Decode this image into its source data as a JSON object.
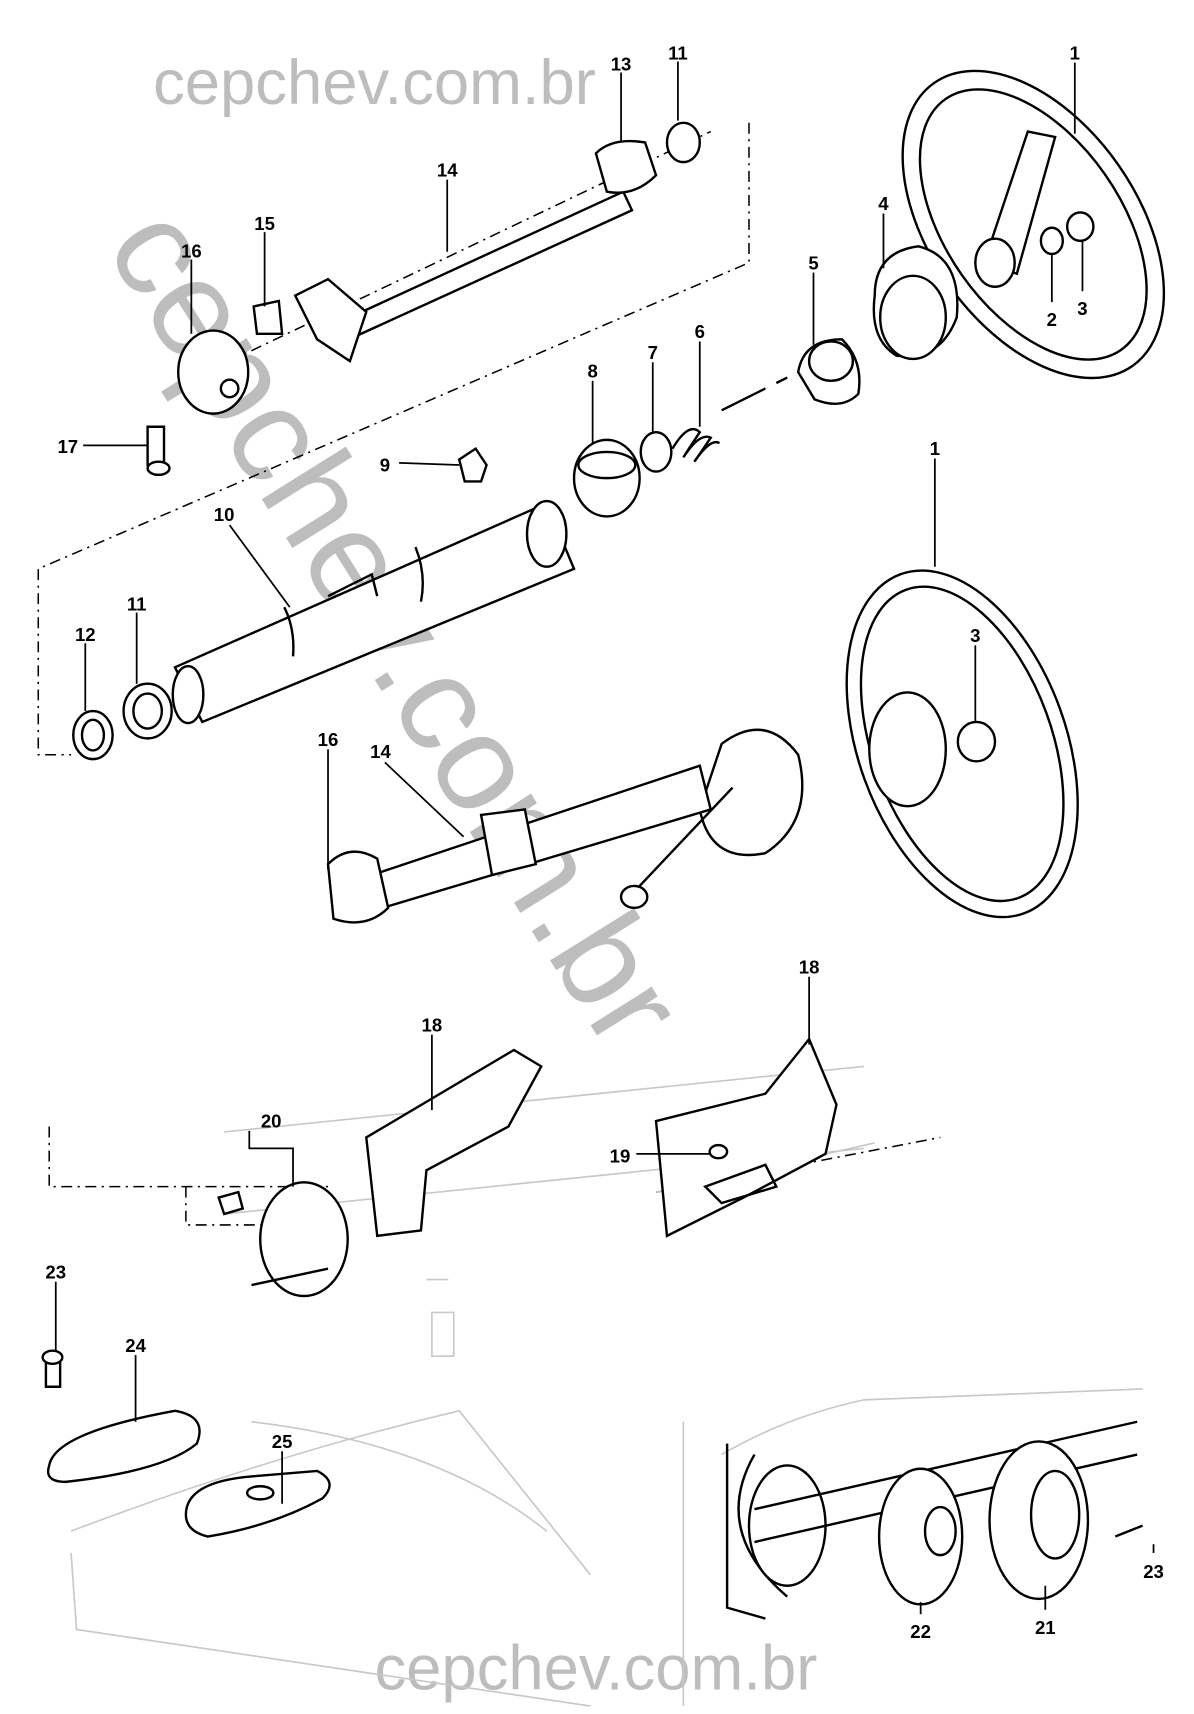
{
  "watermark": {
    "top": "cepchev.com.br",
    "diagonal": "cepchev.com.br",
    "bottom": "cepchev.com.br"
  },
  "callouts": [
    "1",
    "2",
    "3",
    "4",
    "5",
    "6",
    "7",
    "8",
    "9",
    "10",
    "11",
    "12",
    "13",
    "14",
    "15",
    "16",
    "17",
    "1",
    "3",
    "14",
    "16",
    "11",
    "18",
    "18",
    "19",
    "20",
    "23",
    "24",
    "25",
    "22",
    "21",
    "23"
  ]
}
